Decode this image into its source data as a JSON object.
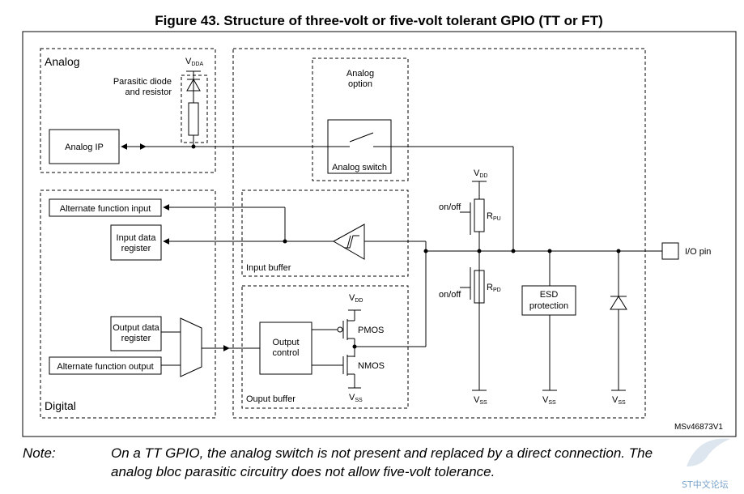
{
  "figure": {
    "title": "Figure 43. Structure of three-volt or five-volt tolerant GPIO (TT or FT)",
    "ref_id": "MSv46873V1"
  },
  "sections": {
    "analog": "Analog",
    "digital": "Digital"
  },
  "blocks": {
    "analog_ip": "Analog IP",
    "analog_option_line1": "Analog",
    "analog_option_line2": "option",
    "analog_switch": "Analog switch",
    "parasitic_line1": "Parasitic diode",
    "parasitic_line2": "and resistor",
    "alt_func_input": "Alternate function input",
    "input_data_line1": "Input data",
    "input_data_line2": "register",
    "output_data_line1": "Output data",
    "output_data_line2": "register",
    "alt_func_output": "Alternate function output",
    "input_buffer": "Input buffer",
    "output_control_line1": "Output",
    "output_control_line2": "control",
    "output_buffer": "Ouput buffer",
    "pmos": "PMOS",
    "nmos": "NMOS",
    "onoff_pu": "on/off",
    "onoff_pd": "on/off",
    "esd_line1": "ESD",
    "esd_line2": "protection",
    "io_pin": "I/O pin"
  },
  "supplies": {
    "vdda": {
      "main": "V",
      "sub": "DDA"
    },
    "vdd_pmos": {
      "main": "V",
      "sub": "DD"
    },
    "vss_nmos": {
      "main": "V",
      "sub": "SS"
    },
    "vdd_pu": {
      "main": "V",
      "sub": "DD"
    },
    "rpu": {
      "main": "R",
      "sub": "PU"
    },
    "rpd": {
      "main": "R",
      "sub": "PD"
    },
    "vss_pd": {
      "main": "V",
      "sub": "SS"
    },
    "vss_esd": {
      "main": "V",
      "sub": "SS"
    },
    "vss_diode": {
      "main": "V",
      "sub": "SS"
    }
  },
  "note": {
    "label": "Note:",
    "line1": "On a TT GPIO, the analog switch is not present and replaced by a direct connection. The",
    "line2": "analog bloc parasitic circuitry does not allow five-volt tolerance."
  },
  "watermark": "ST中文论坛"
}
